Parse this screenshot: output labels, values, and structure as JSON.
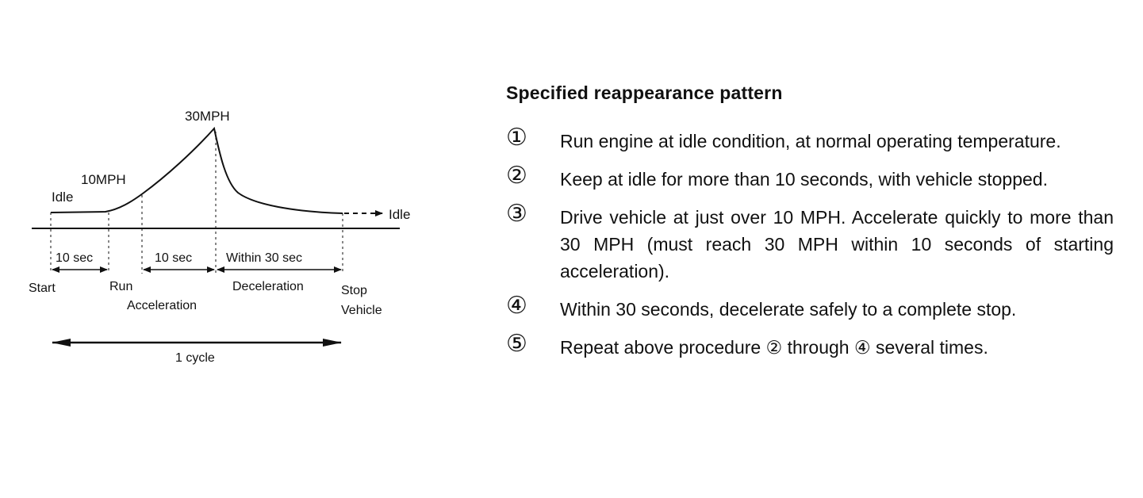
{
  "diagram": {
    "speed_peak": "30MPH",
    "speed_mid": "10MPH",
    "idle_left": "Idle",
    "idle_right": "Idle",
    "interval_1": "10 sec",
    "interval_2": "10 sec",
    "interval_3": "Within 30 sec",
    "phase_start": "Start",
    "phase_run": "Run",
    "phase_acceleration": "Acceleration",
    "phase_deceleration": "Deceleration",
    "phase_stop_1": "Stop",
    "phase_stop_2": "Vehicle",
    "cycle": "1 cycle"
  },
  "procedure": {
    "title": "Specified reappearance pattern",
    "steps": [
      {
        "num": "①",
        "text": "Run engine at idle condition, at normal operating temperature."
      },
      {
        "num": "②",
        "text": "Keep at idle for more than 10 seconds, with vehicle stopped."
      },
      {
        "num": "③",
        "text": "Drive vehicle at just over 10 MPH. Accelerate quickly to more than 30 MPH (must reach 30 MPH within 10 seconds of starting acceleration)."
      },
      {
        "num": "④",
        "text": "Within 30 seconds, decelerate safely to a complete stop."
      },
      {
        "num": "⑤",
        "text": "Repeat above procedure ② through ④ several times."
      }
    ]
  }
}
